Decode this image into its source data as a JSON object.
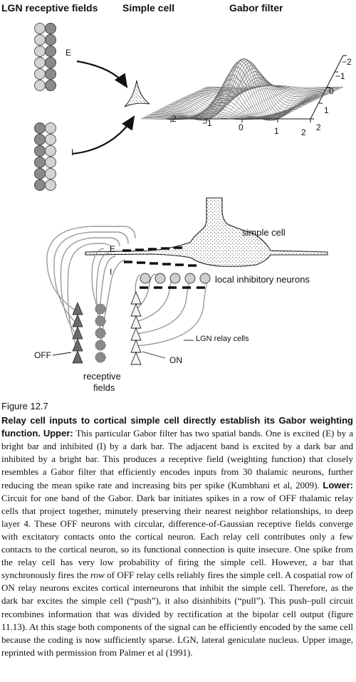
{
  "upper": {
    "lgn_title": "LGN receptive fields",
    "simple_title": "Simple cell",
    "gabor_title": "Gabor filter",
    "e_label": "E",
    "i_label": "I",
    "x_ticks": [
      "−2",
      "−1",
      "0",
      "1",
      "2"
    ],
    "y_ticks": [
      "−2",
      "−1",
      "0",
      "1",
      "2"
    ]
  },
  "lower": {
    "simple_cell": "simple cell",
    "e_label": "E",
    "i_label": "I",
    "inhibitory": "local inhibitory neurons",
    "relay": "LGN relay cells",
    "off": "OFF",
    "on": "ON",
    "receptive": "receptive",
    "fields": "fields"
  },
  "caption": {
    "figure": "Figure 12.7",
    "heading": "Relay cell inputs to cortical simple cell directly establish its Gabor weighting function.",
    "upper_label": "Upper:",
    "upper_text": "This particular Gabor filter has two spatial bands. One is excited (E) by a bright bar and inhibited (I) by a dark bar. The adjacent band is excited by a dark bar and inhibited by a bright bar. This produces a receptive field (weighting function) that closely resembles a Gabor filter that efficiently encodes inputs from 30 thalamic neurons, further reducing the mean spike rate and increasing bits per spike (Kumbhani et al, 2009).",
    "lower_label": "Lower:",
    "lower_text_1": "Circuit for one band of the Gabor. Dark bar initiates spikes in a row of OFF thalamic relay cells that project together, minutely preserving their nearest neighbor relationships, to deep layer 4. These OFF neurons with circular, difference-of-Gaussian receptive fields converge with excitatory contacts onto the cortical neuron. Each relay cell contributes only a few contacts to the cortical neuron, so its functional connection is quite insecure. One spike from the relay cell has very low probability of firing the simple cell. However, a bar that synchronously fires the",
    "row_word": "row",
    "lower_text_2": "of OFF relay cells reliably fires the simple cell. A cospatial row of ON relay neurons excites cortical interneurons that inhibit the simple cell. Therefore, as the dark bar excites the simple cell (“push”), it also disinhibits (“pull”). This push–pull circuit recombines information that was divided by rectification at the bipolar cell output (figure 11.13). At this stage both components of the signal can be efficiently encoded by the same cell because the coding is now sufficiently sparse. LGN, lateral geniculate nucleus. Upper image, reprinted with permission from Palmer et al (1991)."
  }
}
